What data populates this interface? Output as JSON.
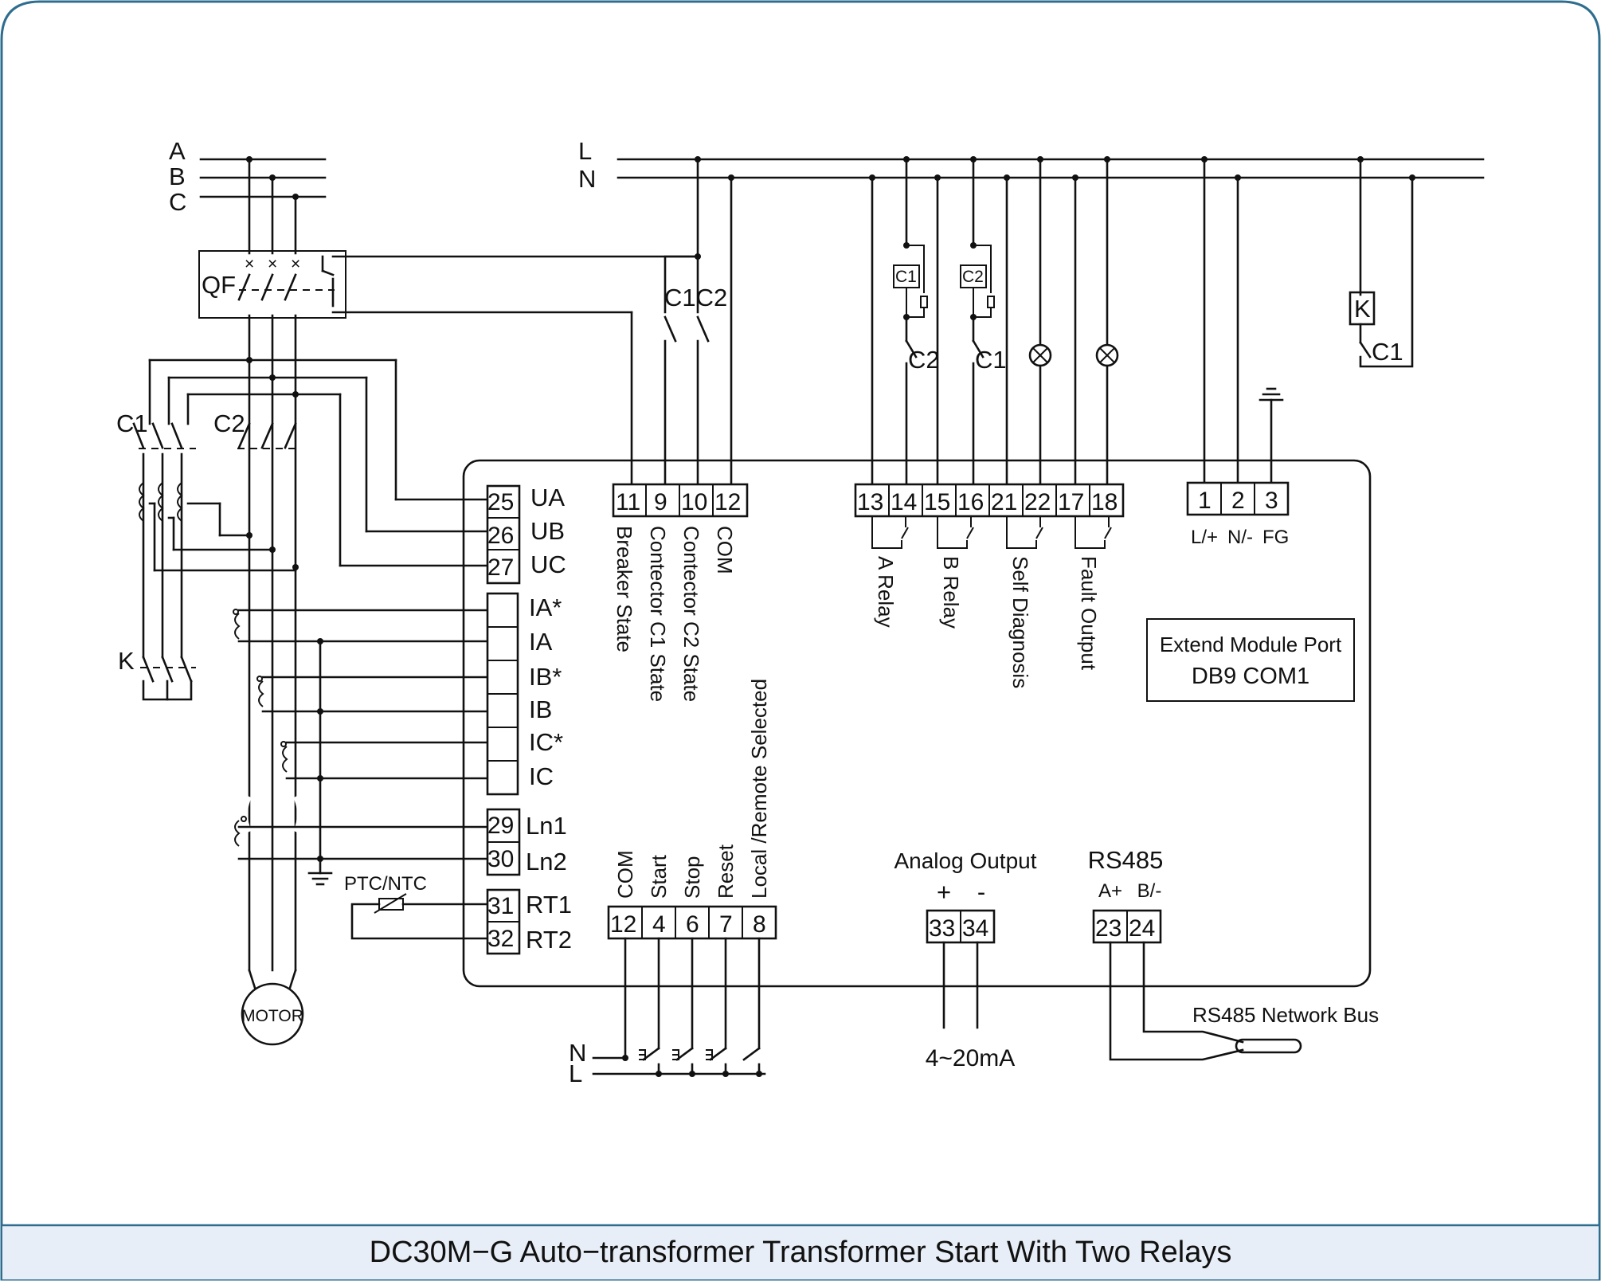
{
  "caption": "DC30M−G Auto−transformer Transformer Start With Two Relays",
  "phases": [
    "A",
    "B",
    "C"
  ],
  "power_bus": [
    "L",
    "N"
  ],
  "breaker_label": "QF",
  "contactors": {
    "c1": "C1",
    "c2": "C2",
    "k": "K",
    "c1c2": "C1C2"
  },
  "motor_label": "MOTOR",
  "voltage_terminals": [
    {
      "num": "25",
      "name": "UA"
    },
    {
      "num": "26",
      "name": "UB"
    },
    {
      "num": "27",
      "name": "UC"
    }
  ],
  "current_terminals": [
    "IA*",
    "IA",
    "IB*",
    "IB",
    "IC*",
    "IC"
  ],
  "leakage_terminals": [
    {
      "num": "29",
      "name": "Ln1"
    },
    {
      "num": "30",
      "name": "Ln2"
    }
  ],
  "temp_sensor": {
    "label": "PTC/NTC",
    "terminals": [
      {
        "num": "31",
        "name": "RT1"
      },
      {
        "num": "32",
        "name": "RT2"
      }
    ]
  },
  "input_status_top": {
    "terminals": [
      "11",
      "9",
      "10",
      "12"
    ],
    "labels": [
      "Breaker State",
      "Contector C1 State",
      "Contector C2 State",
      "COM"
    ]
  },
  "relay_outputs": {
    "terminals": [
      "13",
      "14",
      "15",
      "16",
      "21",
      "22",
      "17",
      "18"
    ],
    "labels": [
      "A Relay",
      "B Relay",
      "Self Diagnosis",
      "Fault Output"
    ]
  },
  "power_supply": {
    "terminals": [
      "1",
      "2",
      "3"
    ],
    "labels": [
      "L/+",
      "N/-",
      "FG"
    ]
  },
  "extend_module": {
    "line1": "Extend Module Port",
    "line2": "DB9 COM1"
  },
  "input_status_bottom": {
    "terminals": [
      "12",
      "4",
      "6",
      "7",
      "8"
    ],
    "labels": [
      "COM",
      "Start",
      "Stop",
      "Reset",
      "Local /Remote Selected"
    ]
  },
  "analog_output": {
    "title": "Analog Output",
    "signs": [
      "+",
      "-"
    ],
    "terminals": [
      "33",
      "34"
    ],
    "range": "4~20mA"
  },
  "rs485": {
    "title": "RS485",
    "signs": [
      "A+",
      "B/-"
    ],
    "terminals": [
      "23",
      "24"
    ],
    "bus": "RS485 Network Bus"
  },
  "bottom_bus": [
    "N",
    "L"
  ]
}
